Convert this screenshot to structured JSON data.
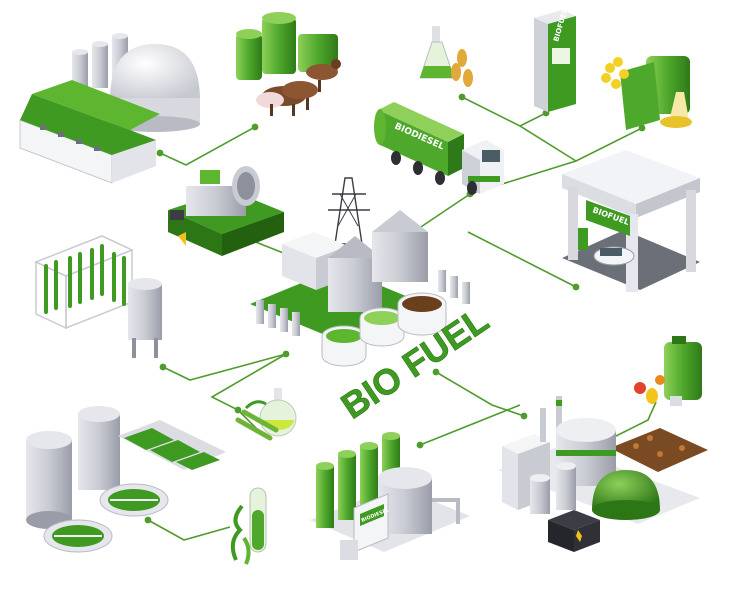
{
  "title": "BIO FUEL",
  "labels": {
    "tanker": "BIODIESEL",
    "pump": "BIOFUEL",
    "station": "BIOFUEL",
    "plant": "BIODIESEL"
  },
  "colors": {
    "green": "#3f9a22",
    "green_light": "#77c243",
    "green_dark": "#2d7616",
    "metal": "#c9cbd3",
    "metal_dark": "#8e919c",
    "connector": "#4f9b2c",
    "white": "#f4f5f7"
  },
  "nodes": [
    {
      "id": "biogas-farm",
      "icon": "biogas-dome-farm-icon"
    },
    {
      "id": "livestock",
      "icon": "cattle-and-fuel-tanks-icon"
    },
    {
      "id": "biofuel-lab",
      "icon": "flask-and-wheat-icon"
    },
    {
      "id": "fuel-pump",
      "icon": "biofuel-pump-icon"
    },
    {
      "id": "rapeseed-corn",
      "icon": "rapeseed-corn-canister-icon"
    },
    {
      "id": "generator",
      "icon": "generator-engine-icon"
    },
    {
      "id": "tanker-truck",
      "icon": "biodiesel-tanker-truck-icon"
    },
    {
      "id": "fuel-station",
      "icon": "biofuel-station-icon"
    },
    {
      "id": "central-plant",
      "icon": "central-biofuel-plant-icon"
    },
    {
      "id": "algae-bioreactor",
      "icon": "algae-tube-bioreactor-icon"
    },
    {
      "id": "sugarcane",
      "icon": "sugarcane-flask-icon"
    },
    {
      "id": "water-treatment",
      "icon": "water-treatment-icon"
    },
    {
      "id": "seaweed",
      "icon": "seaweed-test-tube-icon"
    },
    {
      "id": "biodiesel-plant",
      "icon": "biodiesel-refinery-icon"
    },
    {
      "id": "waste-canister",
      "icon": "food-waste-canister-icon"
    },
    {
      "id": "biogas-power-plant",
      "icon": "biogas-power-plant-icon"
    }
  ]
}
